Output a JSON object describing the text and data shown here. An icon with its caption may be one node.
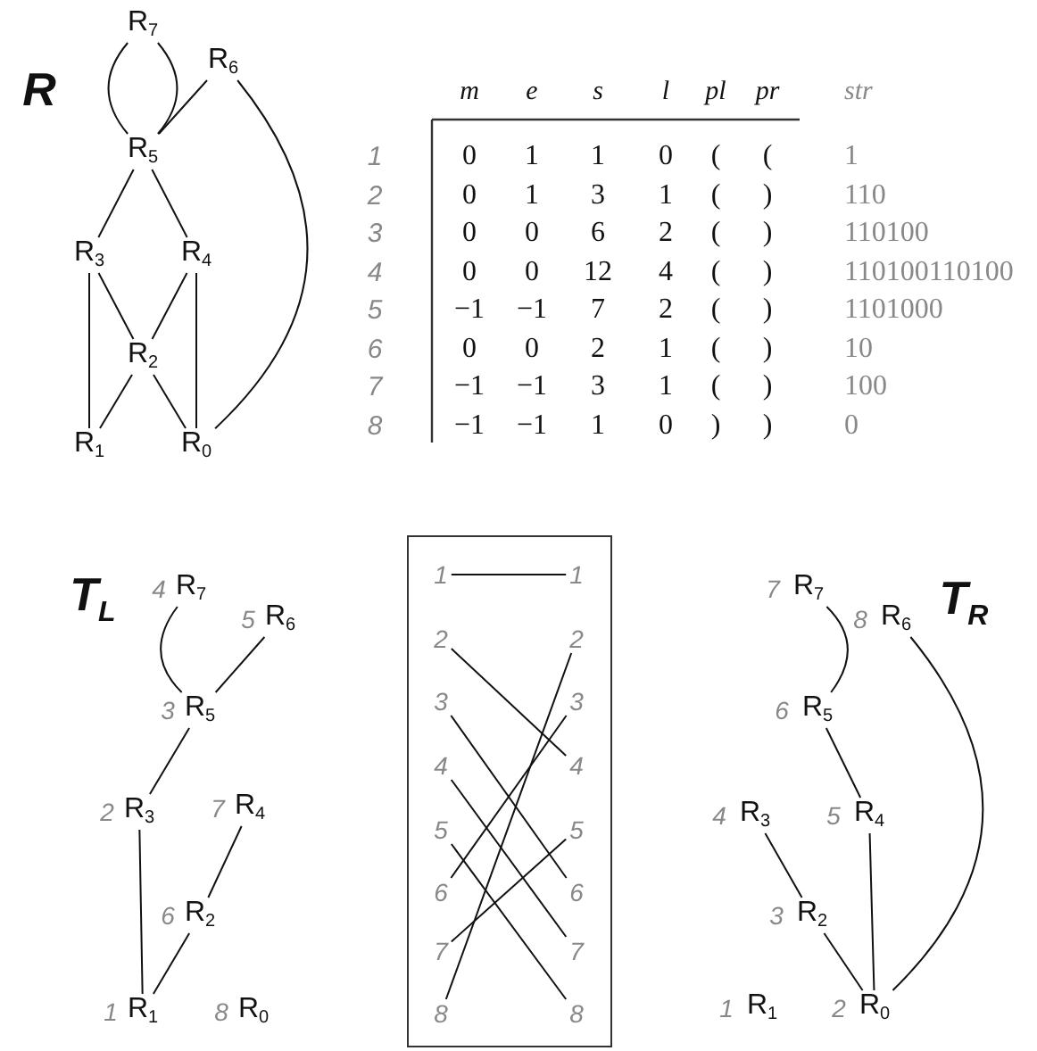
{
  "diagram": {
    "nodes": [
      {
        "text": [
          "R$_{7}$"
        ]
      },
      {
        "text": [
          "R$_{6}$"
        ]
      },
      {
        "text": [
          "R$_{5}$"
        ]
      },
      {
        "text": [
          "R$_{3}$"
        ]
      },
      {
        "text": [
          "R$_{4}$"
        ]
      },
      {
        "text": [
          "R$_{2}$"
        ]
      },
      {
        "text": [
          "R$_{1}$"
        ]
      },
      {
        "text": [
          "R$_{0}$"
        ]
      },
      {
        "text": [
          "R$_{7}$"
        ],
        "beside": [
          "4"
        ]
      },
      {
        "text": [
          "R$_{6}$"
        ],
        "beside": [
          "5"
        ]
      },
      {
        "text": [
          "R$_{5}$"
        ],
        "beside": [
          "3"
        ]
      },
      {
        "text": [
          "R$_{3}$"
        ],
        "beside": [
          "2"
        ]
      },
      {
        "text": [
          "R$_{4}$"
        ],
        "beside": [
          "7"
        ]
      },
      {
        "text": [
          "R$_{2}$"
        ],
        "beside": [
          "6"
        ]
      },
      {
        "text": [
          "R$_{1}$"
        ],
        "beside": [
          "1"
        ]
      },
      {
        "text": [
          "R$_{0}$"
        ],
        "beside": [
          "8"
        ]
      },
      {
        "text": [],
        "shape": "box"
      },
      {
        "text": [
          "1"
        ],
        "in": 16
      },
      {
        "text": [
          "1"
        ],
        "in": 16
      },
      {
        "text": [
          "2"
        ],
        "in": 16
      },
      {
        "text": [
          "2"
        ],
        "in": 16
      },
      {
        "text": [
          "3"
        ],
        "in": 16
      },
      {
        "text": [
          "3"
        ],
        "in": 16
      },
      {
        "text": [
          "4"
        ],
        "in": 16
      },
      {
        "text": [
          "4"
        ],
        "in": 16
      },
      {
        "text": [
          "5"
        ],
        "in": 16
      },
      {
        "text": [
          "5"
        ],
        "in": 16
      },
      {
        "text": [
          "6"
        ],
        "in": 16
      },
      {
        "text": [
          "6"
        ],
        "in": 16
      },
      {
        "text": [
          "7"
        ],
        "in": 16
      },
      {
        "text": [
          "7"
        ],
        "in": 16
      },
      {
        "text": [
          "8"
        ],
        "in": 16
      },
      {
        "text": [
          "8"
        ],
        "in": 16
      },
      {
        "text": [
          "R$_{7}$"
        ],
        "beside": [
          "7"
        ]
      },
      {
        "text": [
          "R$_{6}$"
        ],
        "beside": [
          "8"
        ]
      },
      {
        "text": [
          "R$_{5}$"
        ],
        "beside": [
          "6"
        ]
      },
      {
        "text": [
          "R$_{3}$"
        ],
        "beside": [
          "4"
        ]
      },
      {
        "text": [
          "R$_{4}$"
        ],
        "beside": [
          "5"
        ]
      },
      {
        "text": [
          "R$_{2}$"
        ],
        "beside": [
          "3"
        ]
      },
      {
        "text": [
          "R$_{1}$"
        ],
        "beside": [
          "1"
        ]
      },
      {
        "text": [
          "R$_{0}$"
        ],
        "beside": [
          "2"
        ]
      }
    ],
    "edges": [
      {
        "from": 0,
        "to": 2,
        "arrow": "none"
      },
      {
        "from": 0,
        "to": 2,
        "arrow": "none"
      },
      {
        "from": 1,
        "to": 2,
        "arrow": "none"
      },
      {
        "from": 1,
        "to": 7,
        "arrow": "none"
      },
      {
        "from": 2,
        "to": 3,
        "arrow": "none"
      },
      {
        "from": 2,
        "to": 4,
        "arrow": "none"
      },
      {
        "from": 3,
        "to": 5,
        "arrow": "none"
      },
      {
        "from": 4,
        "to": 5,
        "arrow": "none"
      },
      {
        "from": 3,
        "to": 6,
        "arrow": "none"
      },
      {
        "from": 5,
        "to": 6,
        "arrow": "none"
      },
      {
        "from": 5,
        "to": 7,
        "arrow": "none"
      },
      {
        "from": 4,
        "to": 7,
        "arrow": "none"
      },
      {
        "from": 8,
        "to": 10,
        "arrow": "none"
      },
      {
        "from": 9,
        "to": 10,
        "arrow": "none"
      },
      {
        "from": 10,
        "to": 11,
        "arrow": "none"
      },
      {
        "from": 11,
        "to": 14,
        "arrow": "none"
      },
      {
        "from": 12,
        "to": 13,
        "arrow": "none"
      },
      {
        "from": 13,
        "to": 14,
        "arrow": "none"
      },
      {
        "from": 17,
        "to": 18,
        "arrow": "none"
      },
      {
        "from": 19,
        "to": 24,
        "arrow": "none"
      },
      {
        "from": 21,
        "to": 28,
        "arrow": "none"
      },
      {
        "from": 23,
        "to": 30,
        "arrow": "none"
      },
      {
        "from": 25,
        "to": 32,
        "arrow": "none"
      },
      {
        "from": 27,
        "to": 22,
        "arrow": "none"
      },
      {
        "from": 29,
        "to": 26,
        "arrow": "none"
      },
      {
        "from": 31,
        "to": 20,
        "arrow": "none"
      },
      {
        "from": 33,
        "to": 35,
        "arrow": "none"
      },
      {
        "from": 35,
        "to": 37,
        "arrow": "none"
      },
      {
        "from": 37,
        "to": 40,
        "arrow": "none"
      },
      {
        "from": 36,
        "to": 38,
        "arrow": "none"
      },
      {
        "from": 38,
        "to": 40,
        "arrow": "none"
      },
      {
        "from": 34,
        "to": 40,
        "arrow": "none"
      }
    ],
    "labels": [
      "R",
      "m",
      "e",
      "s",
      "l",
      "pl",
      "pr",
      "str",
      "1",
      "0",
      "1",
      "1",
      "0",
      "(",
      "(",
      "1",
      "2",
      "0",
      "1",
      "3",
      "1",
      "(",
      ")",
      "110",
      "3",
      "0",
      "0",
      "6",
      "2",
      "(",
      ")",
      "110100",
      "4",
      "0",
      "0",
      "12",
      "4",
      "(",
      ")",
      "110100110100",
      "5",
      "−1",
      "−1",
      "7",
      "2",
      "(",
      ")",
      "1101000",
      "6",
      "0",
      "0",
      "2",
      "1",
      "(",
      ")",
      "10",
      "7",
      "−1",
      "−1",
      "3",
      "1",
      "(",
      ")",
      "100",
      "8",
      "−1",
      "−1",
      "1",
      "0",
      ")",
      ")",
      "0",
      "T$_{L}$",
      "T$_{R}$"
    ]
  }
}
